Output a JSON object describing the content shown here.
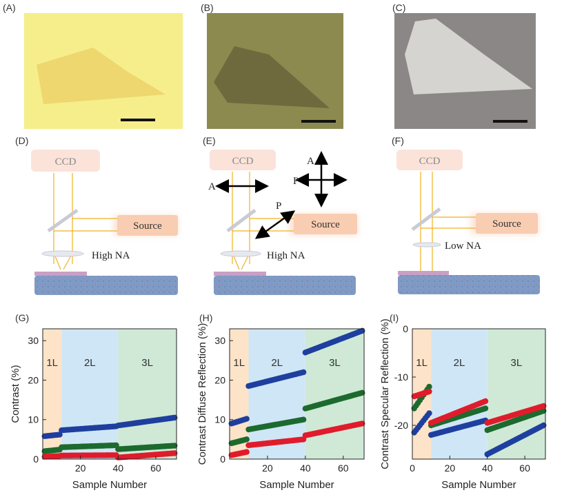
{
  "panel_labels": {
    "a": "(A)",
    "b": "(B)",
    "c": "(C)",
    "d": "(D)",
    "e": "(E)",
    "f": "(F)",
    "g": "(G)",
    "h": "(H)",
    "i": "(I)"
  },
  "photos": {
    "a_bg": "#f6ee8a",
    "a_flake": "#ecd46a",
    "b_bg": "#8c8a4e",
    "b_flake": "#6f6a3e",
    "c_bg": "#8c8787",
    "c_flake": "#d6d4d0"
  },
  "schematics": {
    "d": {
      "ccd": "CCD",
      "source": "Source",
      "na": "High NA"
    },
    "e": {
      "ccd": "CCD",
      "source": "Source",
      "na": "High NA",
      "analyzer": "A",
      "polarizer": "P",
      "cross_a": "A",
      "cross_p": "P"
    },
    "f": {
      "ccd": "CCD",
      "source": "Source",
      "na": "Low NA"
    },
    "colors": {
      "ccd_box": "#fbe3da",
      "source_box": "#f9cdb2",
      "beam": "#f0b020",
      "substrate": "#7f9ac4",
      "flake": "#c9a0c4"
    }
  },
  "layer_colors": {
    "1L": "#fde3c8",
    "2L": "#cfe6f6",
    "3L": "#cfe9d6"
  },
  "series_colors": {
    "blue": "#1f3f9f",
    "green": "#1d6a2e",
    "red": "#e01c2c"
  },
  "chart_data": [
    {
      "id": "G",
      "type": "scatter",
      "xlabel": "Sample Number",
      "ylabel": "Contrast (%)",
      "xlim": [
        0,
        71
      ],
      "ylim": [
        0,
        33
      ],
      "xticks": [
        20,
        40,
        60
      ],
      "yticks": [
        0,
        10,
        20,
        30
      ],
      "regions": [
        {
          "label": "1L",
          "x": [
            0,
            10
          ]
        },
        {
          "label": "2L",
          "x": [
            10,
            40
          ]
        },
        {
          "label": "3L",
          "x": [
            40,
            71
          ]
        }
      ],
      "series": [
        {
          "color": "blue",
          "segments": [
            [
              1,
              5.8,
              9,
              6.2
            ],
            [
              10,
              7.3,
              39,
              8.3
            ],
            [
              40,
              8.5,
              70,
              10.5
            ]
          ]
        },
        {
          "color": "green",
          "segments": [
            [
              1,
              2.0,
              9,
              2.4
            ],
            [
              10,
              3.0,
              39,
              3.5
            ],
            [
              40,
              2.5,
              70,
              3.4
            ]
          ]
        },
        {
          "color": "red",
          "segments": [
            [
              1,
              0.6,
              9,
              0.8
            ],
            [
              10,
              0.9,
              39,
              1.0
            ],
            [
              40,
              0.4,
              70,
              1.5
            ]
          ]
        }
      ]
    },
    {
      "id": "H",
      "type": "scatter",
      "xlabel": "Sample Number",
      "ylabel": "Contrast Diffuse Reflection (%)",
      "xlim": [
        0,
        71
      ],
      "ylim": [
        0,
        33
      ],
      "xticks": [
        20,
        40,
        60
      ],
      "yticks": [
        0,
        10,
        20,
        30
      ],
      "regions": [
        {
          "label": "1L",
          "x": [
            0,
            10
          ]
        },
        {
          "label": "2L",
          "x": [
            10,
            40
          ]
        },
        {
          "label": "3L",
          "x": [
            40,
            71
          ]
        }
      ],
      "series": [
        {
          "color": "blue",
          "segments": [
            [
              1,
              9.0,
              9,
              10.2
            ],
            [
              10,
              18.5,
              39,
              22.0
            ],
            [
              40,
              27.0,
              70,
              32.5
            ]
          ]
        },
        {
          "color": "green",
          "segments": [
            [
              1,
              4.0,
              9,
              5.0
            ],
            [
              10,
              7.5,
              39,
              10.0
            ],
            [
              40,
              12.8,
              70,
              16.8
            ]
          ]
        },
        {
          "color": "red",
          "segments": [
            [
              1,
              1.0,
              9,
              1.8
            ],
            [
              10,
              3.5,
              39,
              5.0
            ],
            [
              40,
              6.0,
              70,
              9.0
            ]
          ]
        }
      ]
    },
    {
      "id": "I",
      "type": "scatter",
      "xlabel": "Sample Number",
      "ylabel": "Contrast Specular Reflection (%)",
      "xlim": [
        0,
        71
      ],
      "ylim": [
        -27,
        0
      ],
      "xticks": [
        0,
        20,
        40,
        60
      ],
      "yticks": [
        0,
        -10,
        -20
      ],
      "regions": [
        {
          "label": "1L",
          "x": [
            0,
            10
          ]
        },
        {
          "label": "2L",
          "x": [
            10,
            40
          ]
        },
        {
          "label": "3L",
          "x": [
            40,
            71
          ]
        }
      ],
      "series": [
        {
          "color": "blue",
          "segments": [
            [
              1,
              -21.5,
              9,
              -17.5
            ],
            [
              10,
              -22.0,
              39,
              -19.0
            ],
            [
              40,
              -26.0,
              70,
              -20.0
            ]
          ]
        },
        {
          "color": "green",
          "segments": [
            [
              1,
              -16.5,
              9,
              -12.0
            ],
            [
              10,
              -20.0,
              39,
              -16.5
            ],
            [
              40,
              -21.0,
              70,
              -17.0
            ]
          ]
        },
        {
          "color": "red",
          "segments": [
            [
              1,
              -14.0,
              9,
              -13.0
            ],
            [
              10,
              -19.5,
              39,
              -15.0
            ],
            [
              40,
              -19.5,
              70,
              -16.0
            ]
          ]
        }
      ]
    }
  ]
}
